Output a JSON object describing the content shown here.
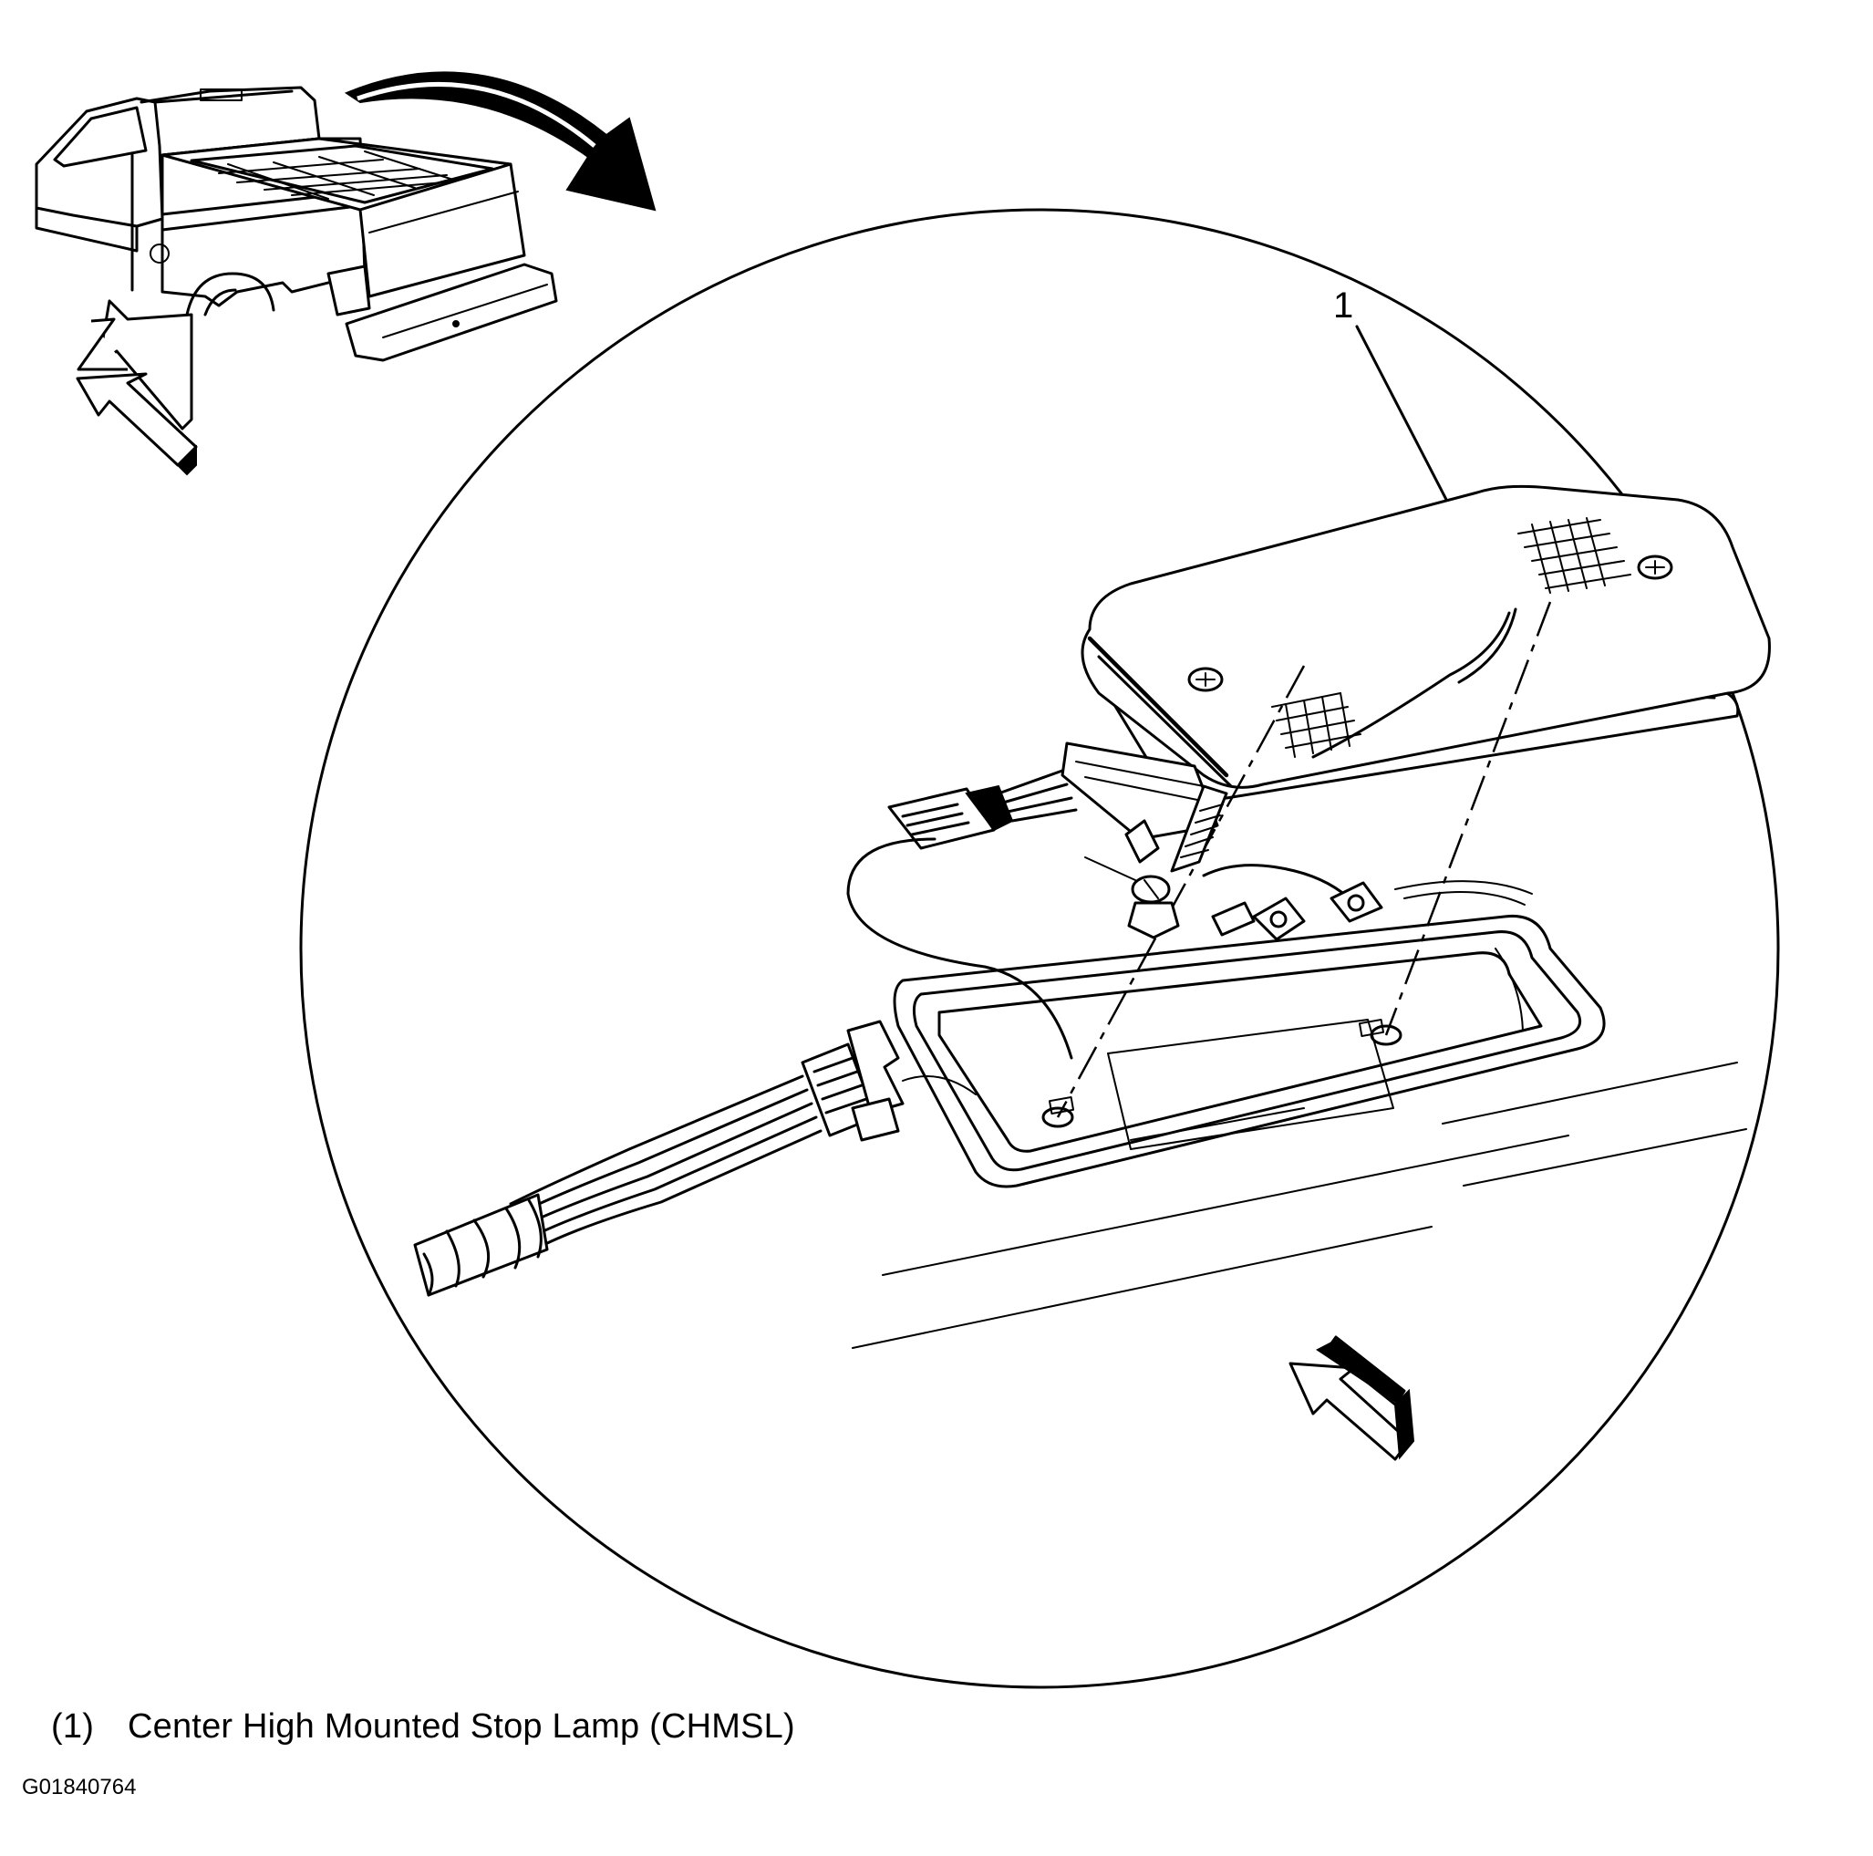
{
  "callouts": [
    {
      "number": "1"
    }
  ],
  "legend": [
    {
      "number": "(1)",
      "label": "Center High Mounted Stop Lamp (CHMSL)"
    }
  ],
  "figure_id": "G01840764"
}
